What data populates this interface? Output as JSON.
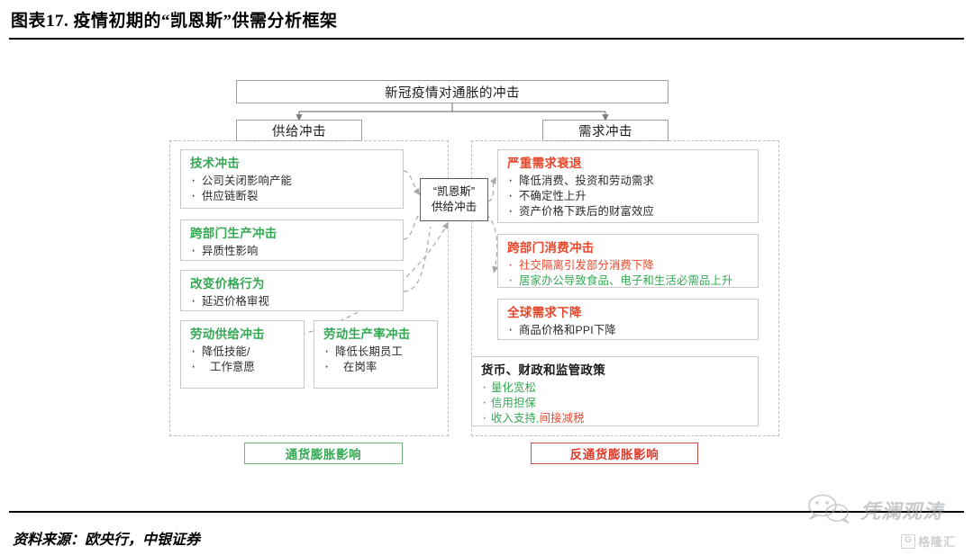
{
  "header": {
    "title": "图表17. 疫情初期的“凯恩斯”供需分析框架"
  },
  "footer": {
    "source": "资料来源：欧央行，中银证券"
  },
  "diagram": {
    "root": {
      "label": "新冠疫情对通胀的冲击"
    },
    "supply_branch": {
      "label": "供给冲击"
    },
    "demand_branch": {
      "label": "需求冲击"
    },
    "keynes": {
      "line1": "“凯恩斯”",
      "line2": "供给冲击"
    },
    "supply_cards": [
      {
        "title": "技术冲击",
        "title_color": "#34a853",
        "bullets": [
          "公司关闭影响产能",
          "供应链断裂"
        ]
      },
      {
        "title": "跨部门生产冲击",
        "title_color": "#34a853",
        "bullets": [
          "异质性影响"
        ]
      },
      {
        "title": "改变价格行为",
        "title_color": "#34a853",
        "bullets": [
          "延迟价格审视"
        ]
      },
      {
        "title": "劳动供给冲击",
        "title_color": "#34a853",
        "bullets": [
          "降低技能/",
          "工作意愿"
        ]
      },
      {
        "title": "劳动生产率冲击",
        "title_color": "#34a853",
        "bullets": [
          "降低长期员工",
          "在岗率"
        ]
      }
    ],
    "demand_cards": [
      {
        "title": "严重需求衰退",
        "title_color": "#e8462a",
        "bullets": [
          "降低消费、投资和劳动需求",
          "不确定性上升",
          "资产价格下跌后的财富效应"
        ]
      },
      {
        "title": "跨部门消费冲击",
        "title_color": "#e8462a",
        "bullets": [
          "社交隔离引发部分消费下降",
          "居家办公导致食品、电子和生活必需品上升"
        ]
      },
      {
        "title": "全球需求下降",
        "title_color": "#e8462a",
        "bullets": [
          "商品价格和PPI下降"
        ]
      },
      {
        "title": "货币、财政和监管政策",
        "title_color": "#1a1a1a",
        "bullets": [
          "量化宽松",
          "信用担保",
          "收入支持,",
          "间接减税"
        ]
      }
    ],
    "outcomes": {
      "inflation": "通货膨胀影响",
      "disinflation": "反通货膨胀影响"
    }
  },
  "watermarks": {
    "wechat_text": "凭澜观涛",
    "gelonghui_badge": "G",
    "gelonghui_text": "格隆汇"
  },
  "colors": {
    "green": "#34a853",
    "red": "#e8462a",
    "ink": "#1a1a1a",
    "border_gray": "#c9c9c9",
    "dashed_gray": "#bdbdbd"
  }
}
